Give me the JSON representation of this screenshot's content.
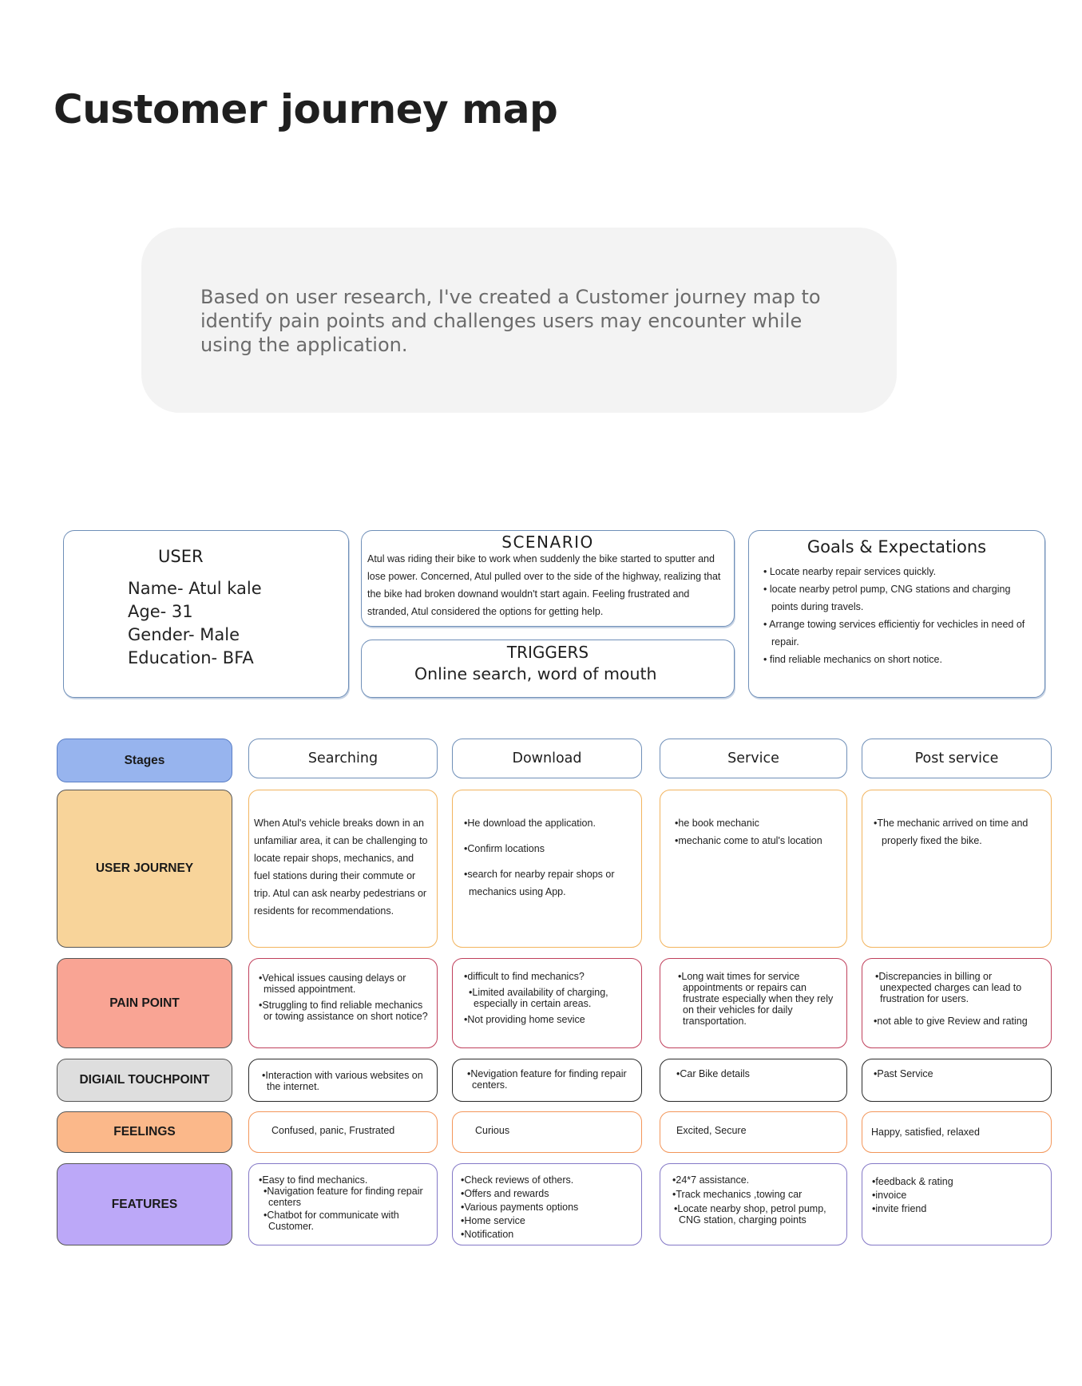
{
  "page": {
    "title": "Customer journey map",
    "intro": "Based on user research, I've created a Customer journey map to identify pain points and challenges users may encounter while using the application."
  },
  "persona": {
    "user_heading": "USER",
    "user_lines": [
      "Name- Atul kale",
      "Age- 31",
      "Gender- Male",
      "Education- BFA"
    ],
    "scenario_heading": "SCENARIO",
    "scenario_text": "Atul was riding their bike to work when suddenly the bike started to sputter and lose power. Concerned, Atul pulled over to the side of the highway, realizing that the bike had broken downand wouldn't start again. Feeling frustrated and stranded, Atul considered the options for getting help.",
    "triggers_heading": "TRIGGERS",
    "triggers_text": "Online search, word of mouth",
    "goals_heading": "Goals & Expectations",
    "goals": [
      "Locate nearby repair services quickly.",
      "locate nearby petrol pump, CNG stations and charging points during travels.",
      "Arrange towing services efficientiy for vechicles in need of repair.",
      "find reliable mechanics on short notice."
    ]
  },
  "journey": {
    "row_labels": {
      "stages": "Stages",
      "user_journey": "USER JOURNEY",
      "pain_point": "PAIN POINT",
      "touchpoint": "DIGIAIL TOUCHPOINT",
      "feelings": "FEELINGS",
      "features": "FEATURES"
    },
    "stages": [
      "Searching",
      "Download",
      "Service",
      "Post service"
    ],
    "user_journey": {
      "searching": "When Atul's vehicle breaks down in an unfamiliar area, it can be challenging to locate repair shops, mechanics, and fuel stations during their commute or trip. Atul can ask nearby pedestrians or residents for recommendations.",
      "download": [
        "He download the application.",
        "Confirm locations",
        "search for nearby repair shops or mechanics using App."
      ],
      "service": [
        "he book mechanic",
        "mechanic come to atul's location"
      ],
      "post_service": [
        "The mechanic arrived on time and properly fixed the bike."
      ]
    },
    "pain_points": {
      "searching": [
        "Vehical issues causing delays or missed appointment.",
        "Struggling to find reliable mechanics or towing assistance on short notice?"
      ],
      "download": [
        "difficult to find mechanics?",
        "Limited availability of charging, especially in certain areas.",
        "Not providing home sevice"
      ],
      "service": [
        "Long wait times for service appointments or repairs can frustrate especially when they rely on their vehicles for daily transportation."
      ],
      "post_service": [
        "Discrepancies in billing or unexpected charges can lead to frustration for users.",
        "not able to give Review and rating"
      ]
    },
    "touchpoints": {
      "searching": "Interaction with various websites on the internet.",
      "download": "Nevigation feature for finding repair centers.",
      "service": "Car Bike details",
      "post_service": "Past Service"
    },
    "feelings": [
      "Confused, panic, Frustrated",
      "Curious",
      "Excited, Secure",
      "Happy, satisfied, relaxed"
    ],
    "features": {
      "searching": [
        "Easy to find mechanics.",
        "Navigation feature for finding repair centers",
        "Chatbot for communicate with Customer."
      ],
      "download": [
        "Check reviews of others.",
        "Offers and rewards",
        "Various payments options",
        "Home service",
        "Notification"
      ],
      "service": [
        "24*7 assistance.",
        "Track mechanics ,towing car",
        "Locate nearby shop, petrol pump, CNG station, charging points"
      ],
      "post_service": [
        "feedback & rating",
        "invoice",
        "invite friend"
      ]
    }
  },
  "colors": {
    "stages": "#97b4ee",
    "user_journey": "#f8d49a",
    "pain_point": "#f9a494",
    "touchpoint": "#dedede",
    "feelings": "#fbb88a",
    "features": "#bca8f8"
  }
}
